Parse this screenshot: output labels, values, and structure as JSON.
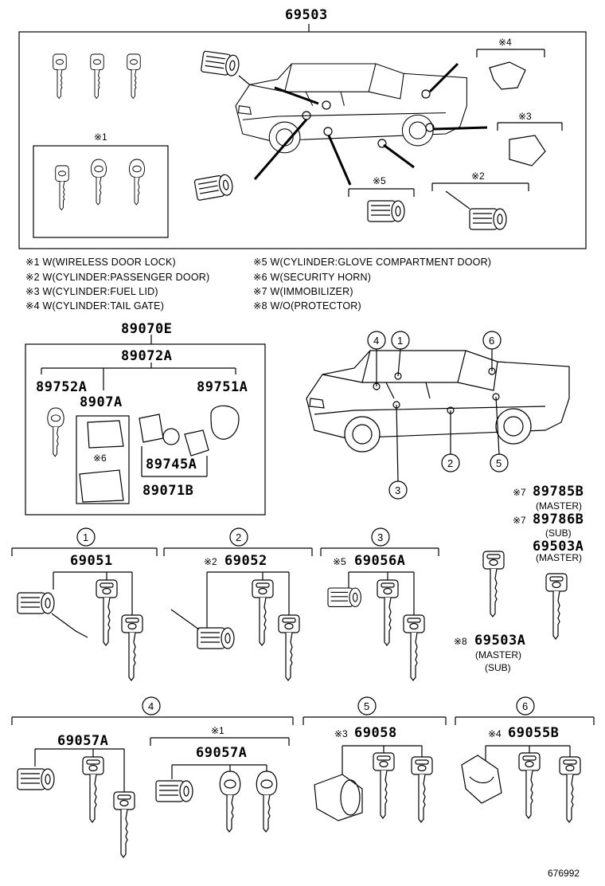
{
  "top_group": {
    "part_no": "69503"
  },
  "notes": {
    "left": [
      "※1 W(WIRELESS DOOR LOCK)",
      "※2 W(CYLINDER:PASSENGER DOOR)",
      "※3 W(CYLINDER:FUEL LID)",
      "※4 W(CYLINDER:TAIL GATE)"
    ],
    "right": [
      "※5 W(CYLINDER:GLOVE COMPARTMENT DOOR)",
      "※6 W(SECURITY HORN)",
      "※7 W(IMMOBILIZER)",
      "※8 W/O(PROTECTOR)"
    ]
  },
  "box_markers": {
    "m1": "※1",
    "m2": "※2",
    "m3": "※3",
    "m4": "※4",
    "m5": "※5"
  },
  "transmitter": {
    "assembly": "89070E",
    "sub": "89072A",
    "left_key": "89752A",
    "board": "8907A",
    "marker6": "※6",
    "right_key": "89751A",
    "battery": "89745A",
    "case": "89071B"
  },
  "callouts": [
    "1",
    "2",
    "3",
    "4",
    "5",
    "6"
  ],
  "immobilizer_keys": {
    "k1_mark": "※7",
    "k1": "89785B",
    "k1_sub": "(MASTER)",
    "k2_mark": "※7",
    "k2": "89786B",
    "k2_sub": "(SUB)",
    "k3": "69503A",
    "k3_sub": "(MASTER)",
    "k4_mark": "※8",
    "k4": "69503A",
    "k4_sub1": "(MASTER)",
    "k4_sub2": "(SUB)"
  },
  "sets": {
    "s1": {
      "num": "1",
      "part": "69051"
    },
    "s2": {
      "num": "2",
      "mark": "※2",
      "part": "69052"
    },
    "s3": {
      "num": "3",
      "mark": "※5",
      "part": "69056A"
    },
    "s4": {
      "num": "4",
      "part_a": "69057A",
      "mark_b": "※1",
      "part_b": "69057A"
    },
    "s5": {
      "num": "5",
      "mark": "※3",
      "part": "69058"
    },
    "s6": {
      "num": "6",
      "mark": "※4",
      "part": "69055B"
    }
  },
  "footer": {
    "code": "676992"
  }
}
